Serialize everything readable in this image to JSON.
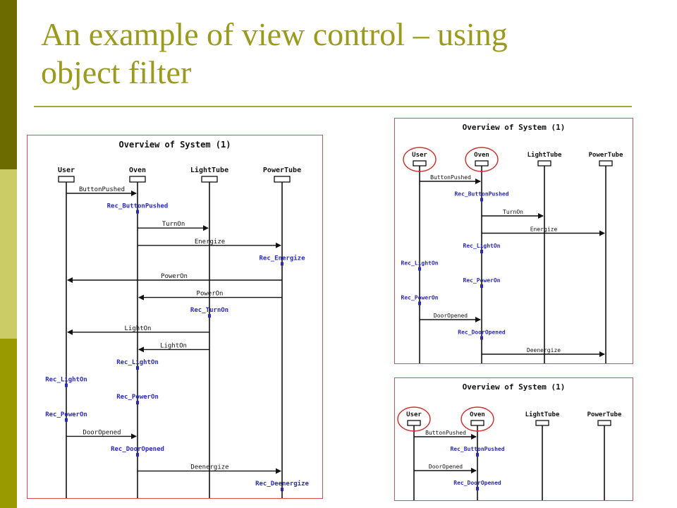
{
  "slide": {
    "title_line1": "An example of view control – using",
    "title_line2": "object filter"
  },
  "colors": {
    "sidebar_dark": "#6b6b00",
    "sidebar_light": "#cccc66",
    "sidebar_mid": "#999900",
    "title": "#9a9a1c",
    "rule": "#a8a83a",
    "frame": "#d45050",
    "message_text": "#111111",
    "receive_text": "#2a2ab8",
    "highlight_circle": "#d03030"
  },
  "diagrams": [
    {
      "title": "Overview of System (1)",
      "lifelines": [
        {
          "id": "user",
          "label": "User",
          "highlight": false
        },
        {
          "id": "oven",
          "label": "Oven",
          "highlight": false
        },
        {
          "id": "lighttube",
          "label": "LightTube",
          "highlight": false
        },
        {
          "id": "powertube",
          "label": "PowerTube",
          "highlight": false
        }
      ],
      "events": [
        {
          "kind": "msg",
          "from": "user",
          "to": "oven",
          "label": "ButtonPushed"
        },
        {
          "kind": "rec",
          "at": "oven",
          "label": "Rec_ButtonPushed"
        },
        {
          "kind": "msg",
          "from": "oven",
          "to": "lighttube",
          "label": "TurnOn"
        },
        {
          "kind": "msg",
          "from": "oven",
          "to": "powertube",
          "label": "Energize"
        },
        {
          "kind": "rec",
          "at": "powertube",
          "label": "Rec_Energize"
        },
        {
          "kind": "msg",
          "from": "powertube",
          "to": "user",
          "label": "PowerOn"
        },
        {
          "kind": "msg",
          "from": "powertube",
          "to": "oven",
          "label": "PowerOn"
        },
        {
          "kind": "rec",
          "at": "lighttube",
          "label": "Rec_TurnOn"
        },
        {
          "kind": "msg",
          "from": "lighttube",
          "to": "user",
          "label": "LightOn"
        },
        {
          "kind": "msg",
          "from": "lighttube",
          "to": "oven",
          "label": "LightOn"
        },
        {
          "kind": "rec",
          "at": "oven",
          "label": "Rec_LightOn"
        },
        {
          "kind": "rec",
          "at": "user",
          "label": "Rec_LightOn"
        },
        {
          "kind": "rec",
          "at": "oven",
          "label": "Rec_PowerOn"
        },
        {
          "kind": "rec",
          "at": "user",
          "label": "Rec_PowerOn"
        },
        {
          "kind": "msg",
          "from": "user",
          "to": "oven",
          "label": "DoorOpened"
        },
        {
          "kind": "rec",
          "at": "oven",
          "label": "Rec_DoorOpened"
        },
        {
          "kind": "msg",
          "from": "oven",
          "to": "powertube",
          "label": "Deenergize"
        },
        {
          "kind": "rec",
          "at": "powertube",
          "label": "Rec_Deenergize"
        }
      ]
    },
    {
      "title": "Overview of System (1)",
      "lifelines": [
        {
          "id": "user",
          "label": "User",
          "highlight": true
        },
        {
          "id": "oven",
          "label": "Oven",
          "highlight": true
        },
        {
          "id": "lighttube",
          "label": "LightTube",
          "highlight": false
        },
        {
          "id": "powertube",
          "label": "PowerTube",
          "highlight": false
        }
      ],
      "events": [
        {
          "kind": "msg",
          "from": "user",
          "to": "oven",
          "label": "ButtonPushed"
        },
        {
          "kind": "rec",
          "at": "oven",
          "label": "Rec_ButtonPushed"
        },
        {
          "kind": "msg",
          "from": "oven",
          "to": "lighttube",
          "label": "TurnOn"
        },
        {
          "kind": "msg",
          "from": "oven",
          "to": "powertube",
          "label": "Energize"
        },
        {
          "kind": "rec",
          "at": "oven",
          "label": "Rec_LightOn"
        },
        {
          "kind": "rec",
          "at": "user",
          "label": "Rec_LightOn"
        },
        {
          "kind": "rec",
          "at": "oven",
          "label": "Rec_PowerOn"
        },
        {
          "kind": "rec",
          "at": "user",
          "label": "Rec_PowerOn"
        },
        {
          "kind": "msg",
          "from": "user",
          "to": "oven",
          "label": "DoorOpened"
        },
        {
          "kind": "rec",
          "at": "oven",
          "label": "Rec_DoorOpened"
        },
        {
          "kind": "msg",
          "from": "oven",
          "to": "powertube",
          "label": "Deenergize"
        }
      ]
    },
    {
      "title": "Overview of System (1)",
      "lifelines": [
        {
          "id": "user",
          "label": "User",
          "highlight": true
        },
        {
          "id": "oven",
          "label": "Oven",
          "highlight": true
        },
        {
          "id": "lighttube",
          "label": "LightTube",
          "highlight": false
        },
        {
          "id": "powertube",
          "label": "PowerTube",
          "highlight": false
        }
      ],
      "events": [
        {
          "kind": "msg",
          "from": "user",
          "to": "oven",
          "label": "ButtonPushed"
        },
        {
          "kind": "rec",
          "at": "oven",
          "label": "Rec_ButtonPushed"
        },
        {
          "kind": "msg",
          "from": "user",
          "to": "oven",
          "label": "DoorOpened"
        },
        {
          "kind": "rec",
          "at": "oven",
          "label": "Rec_DoorOpened"
        }
      ]
    }
  ]
}
